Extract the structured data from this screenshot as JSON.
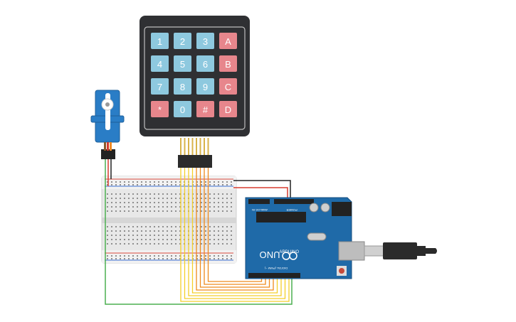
{
  "keypad": {
    "rows": [
      [
        "1",
        "2",
        "3",
        "A"
      ],
      [
        "4",
        "5",
        "6",
        "B"
      ],
      [
        "7",
        "8",
        "9",
        "C"
      ],
      [
        "*",
        "0",
        "#",
        "D"
      ]
    ]
  },
  "arduino": {
    "brand": "ARDUINO",
    "model": "UNO",
    "power_label": "POWER",
    "analog_label": "ANALOG IN",
    "digital_label": "DIGITAL (PWM ~)"
  },
  "colors": {
    "numeric_key": "#8ec9df",
    "letter_key": "#e7868c",
    "keypad_body": "#2f3033",
    "board": "#1f6aa8",
    "servo": "#2a7dc6",
    "wire_yellow": "#f3cf2a",
    "wire_orange": "#ef8a1c",
    "wire_green": "#4caf50",
    "wire_red": "#d63b2f",
    "wire_black": "#222222"
  }
}
